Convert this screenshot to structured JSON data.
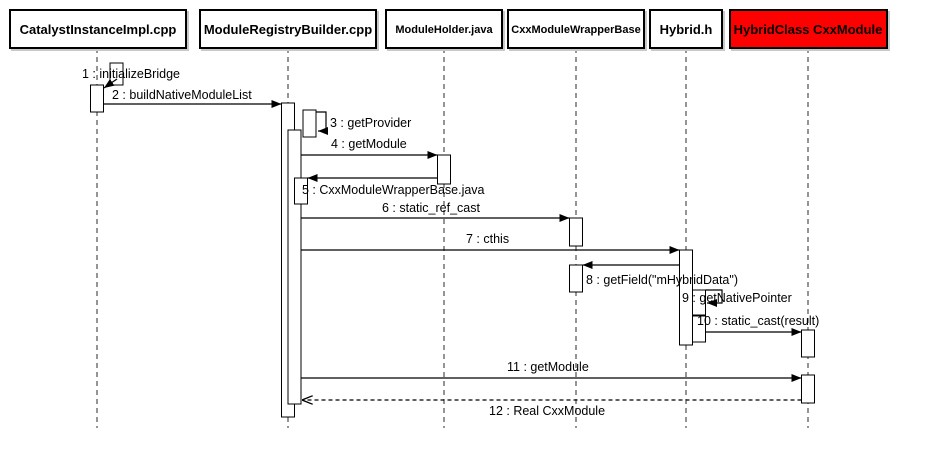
{
  "diagram": {
    "type": "uml-sequence-diagram",
    "participants": [
      {
        "id": "catalyst-instance-impl",
        "label": "CatalystInstanceImpl.cpp",
        "fill": "#ffffff"
      },
      {
        "id": "module-registry-builder",
        "label": "ModuleRegistryBuilder.cpp",
        "fill": "#ffffff"
      },
      {
        "id": "module-holder",
        "label": "ModuleHolder.java",
        "fill": "#ffffff"
      },
      {
        "id": "cxx-module-wrapper-base",
        "label": "CxxModuleWrapperBase",
        "fill": "#ffffff"
      },
      {
        "id": "hybrid-h",
        "label": "Hybrid.h",
        "fill": "#ffffff"
      },
      {
        "id": "hybrid-class-cxx-module",
        "label": "HybridClass CxxModule",
        "fill": "#ff0000"
      }
    ],
    "messages": [
      {
        "seq": 1,
        "label": "1 : initializeBridge",
        "from": "CatalystInstanceImpl.cpp",
        "to": "CatalystInstanceImpl.cpp",
        "style": "solid-self"
      },
      {
        "seq": 2,
        "label": "2 : buildNativeModuleList",
        "from": "CatalystInstanceImpl.cpp",
        "to": "ModuleRegistryBuilder.cpp",
        "style": "solid"
      },
      {
        "seq": 3,
        "label": "3 : getProvider",
        "from": "ModuleRegistryBuilder.cpp",
        "to": "ModuleRegistryBuilder.cpp",
        "style": "solid-self"
      },
      {
        "seq": 4,
        "label": "4 : getModule",
        "from": "ModuleRegistryBuilder.cpp",
        "to": "ModuleHolder.java",
        "style": "solid"
      },
      {
        "seq": 5,
        "label": "5 : CxxModuleWrapperBase.java",
        "from": "ModuleHolder.java",
        "to": "ModuleRegistryBuilder.cpp",
        "style": "solid"
      },
      {
        "seq": 6,
        "label": "6 : static_ref_cast",
        "from": "ModuleRegistryBuilder.cpp",
        "to": "CxxModuleWrapperBase",
        "style": "solid"
      },
      {
        "seq": 7,
        "label": "7 : cthis",
        "from": "ModuleRegistryBuilder.cpp",
        "to": "Hybrid.h",
        "style": "solid"
      },
      {
        "seq": 8,
        "label": "8 : getField(\"mHybridData\")",
        "from": "Hybrid.h",
        "to": "CxxModuleWrapperBase",
        "style": "solid"
      },
      {
        "seq": 9,
        "label": "9 : getNativePointer",
        "from": "Hybrid.h",
        "to": "Hybrid.h",
        "style": "solid-self"
      },
      {
        "seq": 10,
        "label": "10 : static_cast(result)",
        "from": "Hybrid.h",
        "to": "HybridClass CxxModule",
        "style": "solid"
      },
      {
        "seq": 11,
        "label": "11 : getModule",
        "from": "ModuleRegistryBuilder.cpp",
        "to": "HybridClass CxxModule",
        "style": "solid"
      },
      {
        "seq": 12,
        "label": "12 : Real CxxModule",
        "from": "HybridClass CxxModule",
        "to": "ModuleRegistryBuilder.cpp",
        "style": "dashed-return"
      }
    ],
    "colors": {
      "activation_highlight": "#ffff55",
      "participant_highlight": "#ff0000",
      "line": "#000000",
      "background": "#ffffff"
    }
  }
}
